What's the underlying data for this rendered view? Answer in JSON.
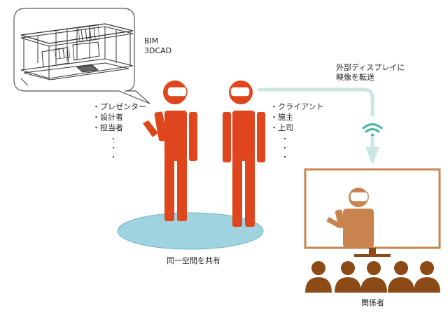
{
  "bubble": {
    "line1": "BIM",
    "line2": "3DCAD"
  },
  "left_roles": {
    "items": [
      "・プレゼンター",
      "・設計者",
      "・担当者"
    ],
    "dots": "・"
  },
  "right_roles": {
    "items": [
      "・クライアント",
      "・施主",
      "・上司"
    ],
    "dots": "・"
  },
  "transfer": {
    "line1": "外部ディスプレイに",
    "line2": "映像を転送"
  },
  "floor_caption": "同一空間を共有",
  "audience_caption": "関係者",
  "colors": {
    "person": "#e0461e",
    "headset": "#ffffff",
    "floor": "#9fd3df",
    "floor_stroke": "#6fb3c5",
    "arrow": "#c9e6e3",
    "display_frame": "#c8834f",
    "display_person": "#c8834f",
    "audience": "#8c4a16",
    "bubble_stroke": "#555555"
  },
  "icons": [
    "speech-bubble-icon",
    "building-wireframe-icon",
    "vr-headset-icon",
    "wifi-icon",
    "monitor-icon",
    "audience-person-icon"
  ]
}
